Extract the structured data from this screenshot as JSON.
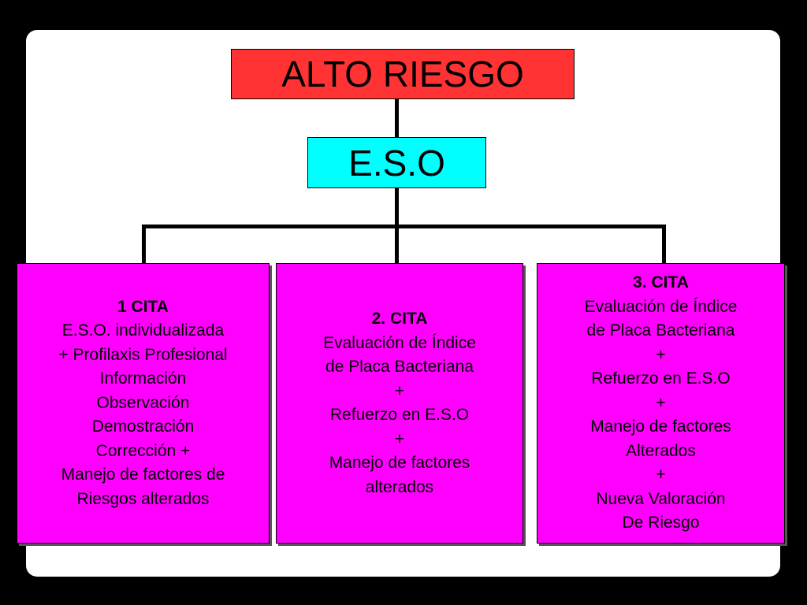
{
  "diagram": {
    "top_node": "ALTO RIESGO",
    "middle_node": "E.S.O",
    "citas": [
      {
        "title": "1 CITA",
        "lines": [
          "E.S.O. individualizada",
          "+ Profilaxis Profesional",
          "Información",
          "Observación",
          "Demostración",
          "Corrección +",
          "Manejo de factores de",
          "Riesgos alterados"
        ]
      },
      {
        "title": "2. CITA",
        "lines": [
          "Evaluación de Índice",
          "de Placa Bacteriana",
          "+",
          "Refuerzo en E.S.O",
          "+",
          "Manejo de factores",
          "alterados"
        ]
      },
      {
        "title": "3. CITA",
        "lines": [
          "Evaluación de Índice",
          "de Placa Bacteriana",
          "+",
          "Refuerzo en E.S.O",
          "+",
          "Manejo de factores",
          "Alterados",
          "+",
          "Nueva Valoración",
          "De Riesgo"
        ]
      }
    ],
    "colors": {
      "top_node": "#ff3333",
      "middle_node": "#00ffff",
      "cita_boxes": "#ff00ff",
      "background": "#ffffff",
      "frame": "#000000"
    }
  }
}
